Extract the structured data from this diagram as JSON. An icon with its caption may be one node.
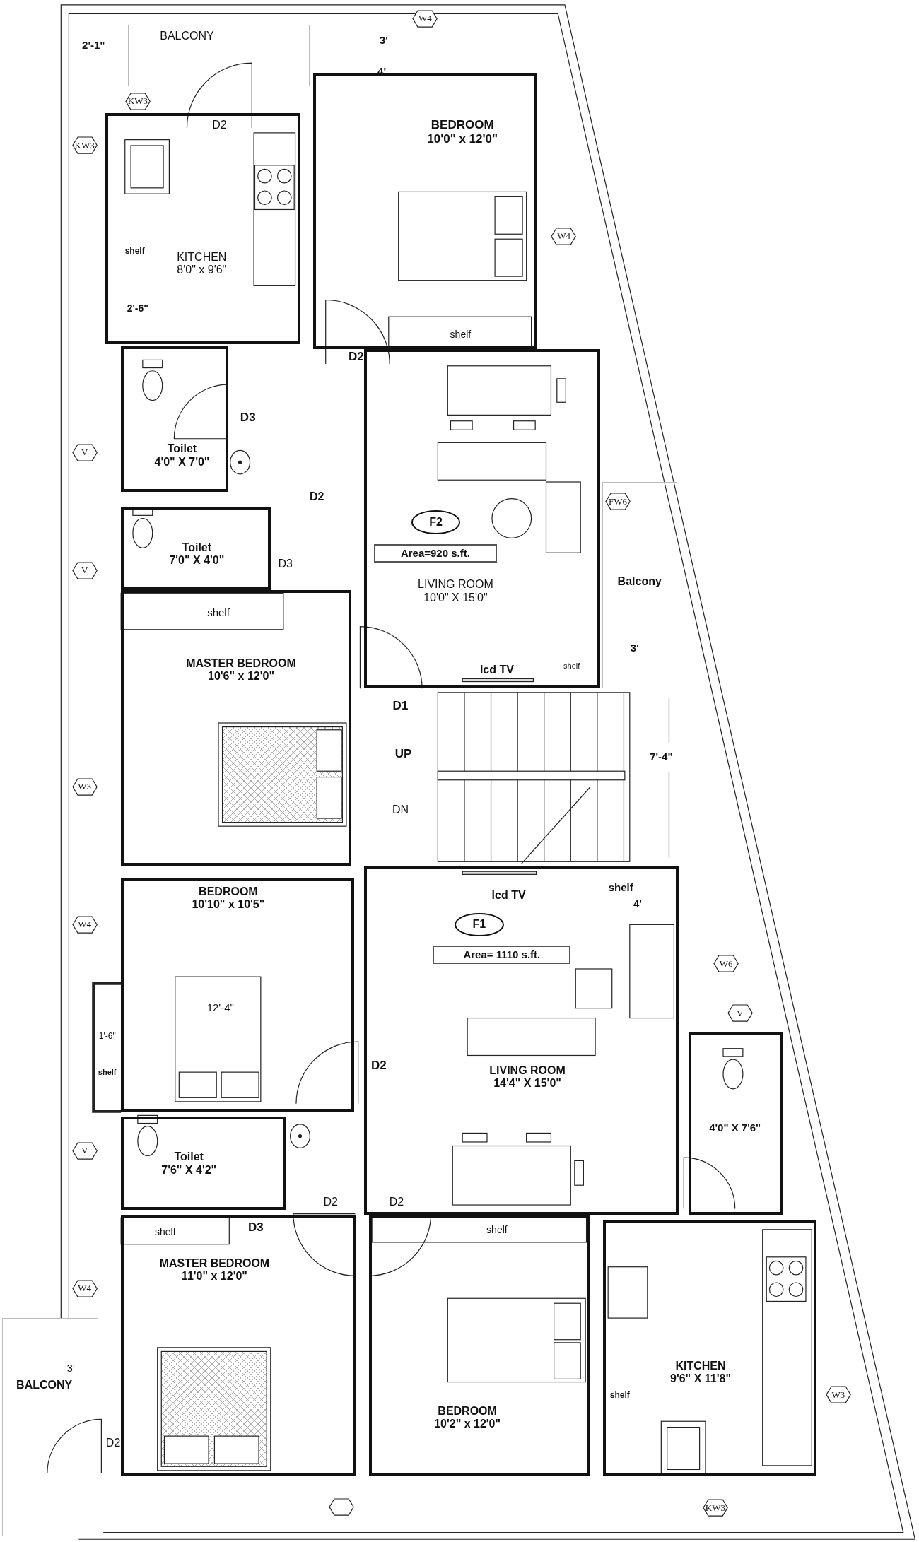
{
  "diagram": {
    "nodes": [
      {
        "text": [
          "BALCONY"
        ]
      },
      {
        "text": [
          "W4"
        ]
      },
      {
        "text": [
          "KW3"
        ]
      },
      {
        "text": [
          "KITCHEN",
          "8'0\" x 9'6\""
        ]
      },
      {
        "text": [
          "BEDROOM",
          "10'0\" x 12'0\""
        ]
      },
      {
        "text": [
          "KW3"
        ]
      },
      {
        "text": [
          "W4"
        ]
      },
      {
        "text": [
          "Toilet",
          "4'0\" X 7'0\""
        ]
      },
      {
        "text": [
          "V"
        ]
      },
      {
        "text": [
          "LIVING ROOM",
          "10'0\" X 15'0\""
        ]
      },
      {
        "text": [
          "F2"
        ],
        "in": 9
      },
      {
        "text": [
          "Area=920 s.ft."
        ],
        "in": 9
      },
      {
        "text": [
          "Balcony"
        ]
      },
      {
        "text": [
          "FW6"
        ],
        "in": 12
      },
      {
        "text": [
          "Toilet",
          "7'0\" X 4'0\""
        ]
      },
      {
        "text": [
          "V"
        ]
      },
      {
        "text": [
          "MASTER BEDROOM",
          "10'6\" x 12'0\""
        ]
      },
      {
        "text": [
          "W3"
        ]
      },
      {
        "text": [
          "BEDROOM",
          "10'10\" x 10'5\""
        ]
      },
      {
        "text": [
          "W4"
        ]
      },
      {
        "text": [
          "LIVING ROOM",
          "14'4\" X 15'0\""
        ]
      },
      {
        "text": [
          "F1"
        ],
        "in": 20
      },
      {
        "text": [
          "Area= 1110 s.ft."
        ],
        "in": 20
      },
      {
        "text": [
          "W6"
        ]
      },
      {
        "text": [
          "V"
        ]
      },
      {
        "text": [
          "4'0\" X 7'6\""
        ]
      },
      {
        "text": [
          "V"
        ]
      },
      {
        "text": [
          "Toilet",
          "7'6\" X 4'2\""
        ]
      },
      {
        "text": [
          "MASTER BEDROOM",
          "11'0\" x 12'0\""
        ]
      },
      {
        "text": [
          "W4"
        ]
      },
      {
        "text": [
          "BEDROOM",
          "10'2\" x 12'0\""
        ]
      },
      {
        "text": [
          "KITCHEN",
          "9'6\" X 11'8\""
        ]
      },
      {
        "text": [
          "BALCONY"
        ]
      },
      {
        "text": [
          "W3"
        ]
      },
      {
        "text": [],
        "shape": "hexagon"
      },
      {
        "text": [
          "KW3"
        ]
      }
    ],
    "labels": [
      "2'-1\"",
      "3'",
      "4'",
      "D2",
      "shelf",
      "2'-6\"",
      "shelf",
      "D2",
      "D3",
      "D2",
      "D3",
      "shelf",
      "3'",
      "lcd TV",
      "shelf",
      "D1",
      "UP",
      "7'-4\"",
      "DN",
      "shelf",
      "lcd TV",
      "4'",
      "12'-4\"",
      "1'-6\"",
      "D2",
      "shelf",
      "D2",
      "D2",
      "D3",
      "shelf",
      "shelf",
      "3'",
      "shelf",
      "D2"
    ]
  }
}
